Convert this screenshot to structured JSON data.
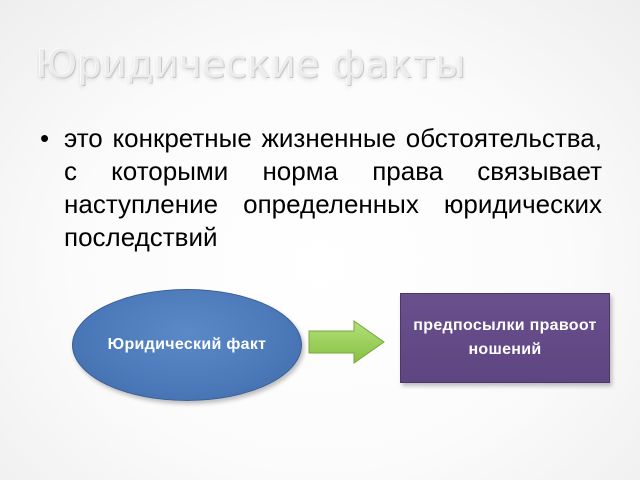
{
  "slide": {
    "title": "Юридические факты",
    "bullet_text": "это конкретные жизненные обстоятельства, с которыми норма права связывает наступление определенных юридических последствий",
    "diagram": {
      "ellipse_label": "Юридический факт",
      "rect_label": "предпосылки правоотношений",
      "arrow_icon": "right-arrow-icon"
    }
  },
  "colors": {
    "ellipse_fill": "#4f7cbd",
    "rect_fill": "#664a89",
    "arrow_fill": "#9bd15a"
  }
}
